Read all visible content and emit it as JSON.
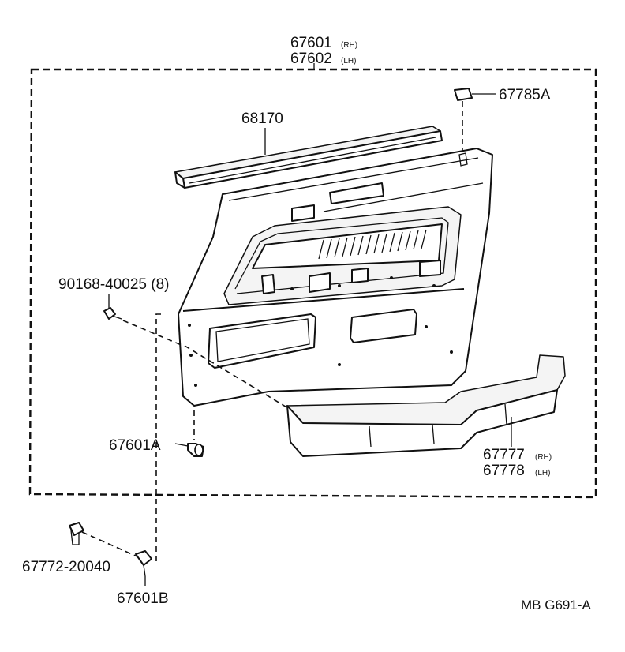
{
  "parts": {
    "panel_rh": {
      "number": "67601",
      "side": "(RH)"
    },
    "panel_lh": {
      "number": "67602",
      "side": "(LH)"
    },
    "clip_top": "67785A",
    "weatherstrip": "68170",
    "screw": "90168-40025 (8)",
    "clip_a": "67601A",
    "pad_rh": {
      "number": "67777",
      "side": "(RH)"
    },
    "pad_lh": {
      "number": "67778",
      "side": "(LH)"
    },
    "clip_bolt": "67772-20040",
    "clip_b": "67601B"
  },
  "figure_code": "MB G691-A"
}
